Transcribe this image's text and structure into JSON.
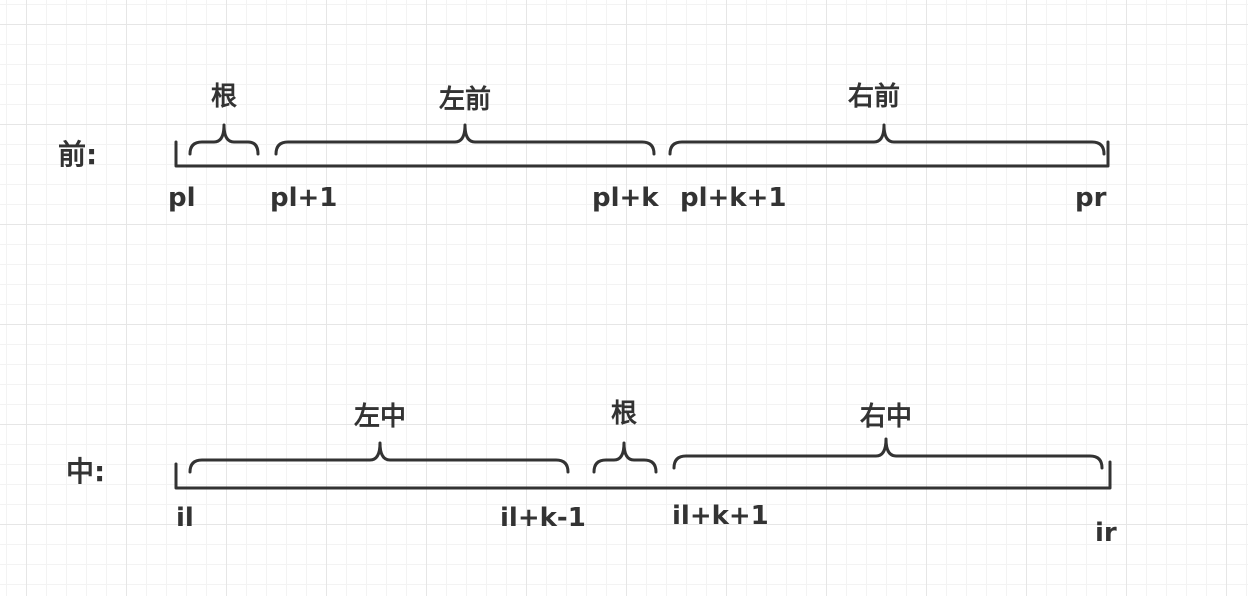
{
  "preorder": {
    "row_label": "前:",
    "segments": {
      "root": "根",
      "left": "左前",
      "right": "右前"
    },
    "indices": [
      "pl",
      "pl+1",
      "pl+k",
      "pl+k+1",
      "pr"
    ]
  },
  "inorder": {
    "row_label": "中:",
    "segments": {
      "left": "左中",
      "root": "根",
      "right": "右中"
    },
    "indices": [
      "il",
      "il+k-1",
      "il+k+1",
      "ir"
    ]
  },
  "colors": {
    "line": "#333333",
    "grid": "#e6e6e6"
  }
}
